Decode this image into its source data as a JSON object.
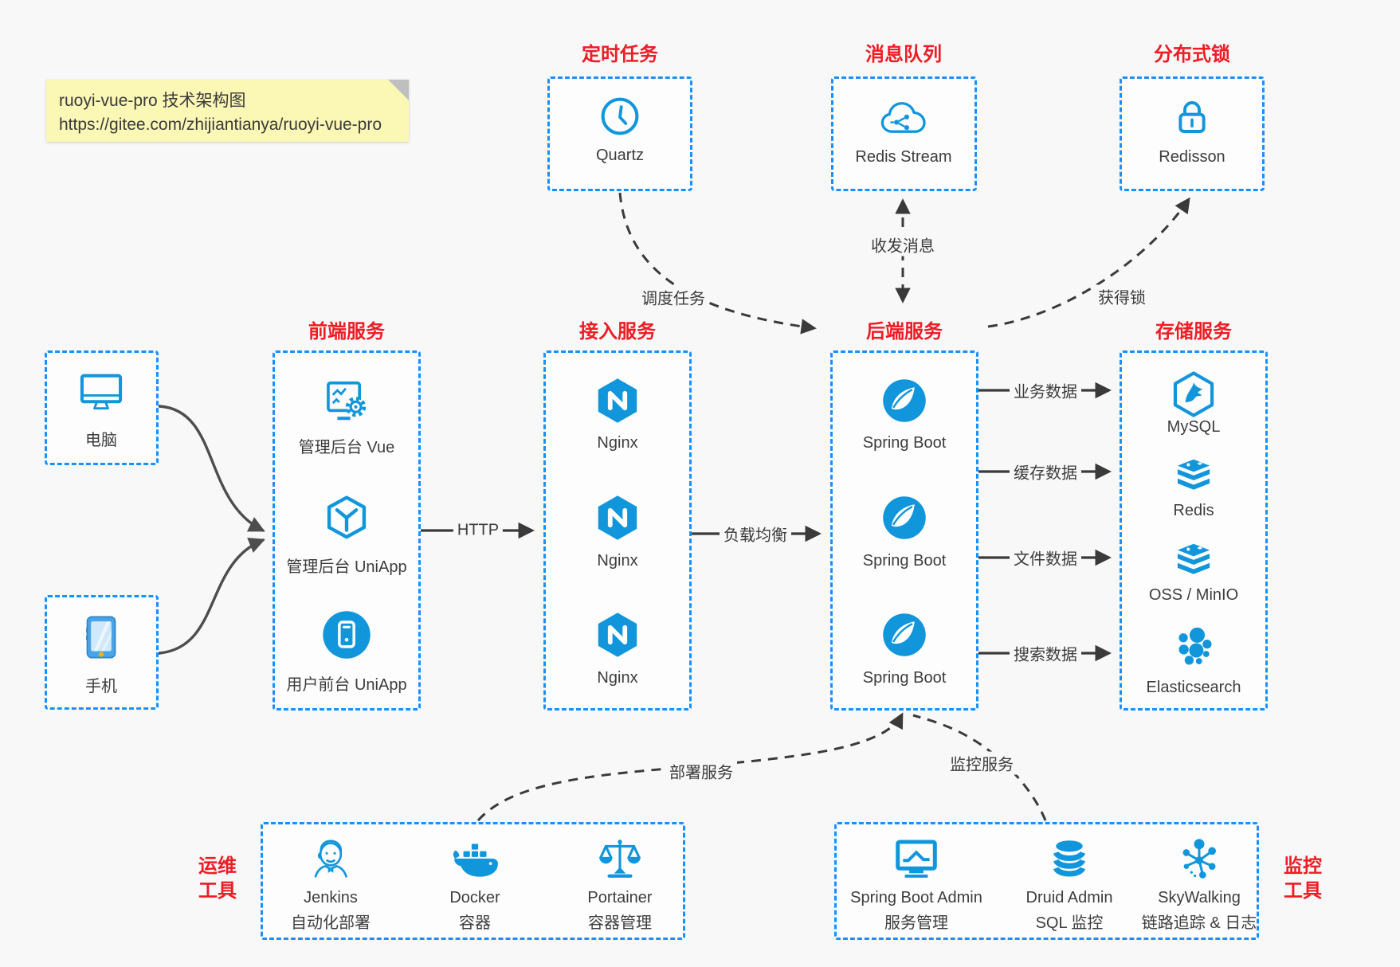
{
  "note": {
    "line1": "ruoyi-vue-pro 技术架构图",
    "line2": "https://gitee.com/zhijiantianya/ruoyi-vue-pro"
  },
  "colors": {
    "accent_blue": "#1890ff",
    "icon_blue": "#1296db",
    "title_red": "#ee1c25",
    "note_yellow": "#fbf7b5",
    "arrow_dark": "#3a3a3a",
    "background": "#f8f8f8"
  },
  "groups": {
    "scheduled": {
      "title": "定时任务",
      "items": [
        {
          "label": "Quartz"
        }
      ]
    },
    "mq": {
      "title": "消息队列",
      "items": [
        {
          "label": "Redis Stream"
        }
      ]
    },
    "lock": {
      "title": "分布式锁",
      "items": [
        {
          "label": "Redisson"
        }
      ]
    },
    "clients": {
      "pc": "电脑",
      "phone": "手机"
    },
    "frontend": {
      "title": "前端服务",
      "items": [
        "管理后台 Vue",
        "管理后台 UniApp",
        "用户前台 UniApp"
      ]
    },
    "gateway": {
      "title": "接入服务",
      "items": [
        "Nginx",
        "Nginx",
        "Nginx"
      ]
    },
    "backend": {
      "title": "后端服务",
      "items": [
        "Spring Boot",
        "Spring Boot",
        "Spring Boot"
      ]
    },
    "storage": {
      "title": "存储服务",
      "items": [
        "MySQL",
        "Redis",
        "OSS / MinIO",
        "Elasticsearch"
      ]
    },
    "ops": {
      "title_lines": [
        "运维",
        "工具"
      ],
      "items": [
        {
          "name": "Jenkins",
          "desc": "自动化部署"
        },
        {
          "name": "Docker",
          "desc": "容器"
        },
        {
          "name": "Portainer",
          "desc": "容器管理"
        }
      ]
    },
    "monitoring": {
      "title_lines": [
        "监控",
        "工具"
      ],
      "items": [
        {
          "name": "Spring Boot Admin",
          "desc": "服务管理"
        },
        {
          "name": "Druid Admin",
          "desc": "SQL 监控"
        },
        {
          "name": "SkyWalking",
          "desc": "链路追踪 & 日志"
        }
      ]
    }
  },
  "edges": {
    "http": "HTTP",
    "load_balance": "负载均衡",
    "business_data": "业务数据",
    "cache_data": "缓存数据",
    "file_data": "文件数据",
    "search_data": "搜索数据",
    "schedule_task": "调度任务",
    "send_receive_msg": "收发消息",
    "acquire_lock": "获得锁",
    "deploy_service": "部署服务",
    "monitor_service": "监控服务"
  }
}
